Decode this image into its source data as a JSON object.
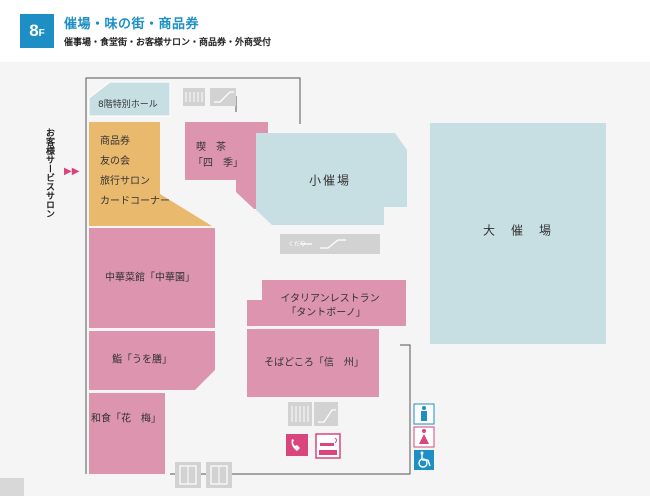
{
  "header": {
    "floor_number": "8",
    "floor_unit": "F",
    "title": "催場・味の街・商品券",
    "subtitle": "催事場・食堂街・お客様サロン・商品券・外商受付"
  },
  "side": {
    "label": "お客様サービスサロン",
    "arrow": "▶▶"
  },
  "areas": {
    "special_hall": "8階特別ホール",
    "service_items": [
      "商品券",
      "友の会",
      "旅行サロン",
      "カードコーナー"
    ],
    "kissa_line1": "喫　茶",
    "kissa_line2": "「四　季」",
    "small_venue": "小催場",
    "large_venue": "大　催　場",
    "chinese": "中華菜館「中華園」",
    "unagi": "鮨「うを膳」",
    "washoku": "和食「花　梅」",
    "italian_line1": "イタリアンレストラン",
    "italian_line2": "「タントボーノ」",
    "soba": "そばどころ「信　州」"
  },
  "escalator": {
    "direction_label": "くだり"
  },
  "icons": {
    "stairs": "stairs-icon",
    "escalator": "escalator-icon",
    "elevator": "elevator-icon",
    "phone": "phone-icon",
    "smoking": "smoking-icon",
    "restroom_men": "restroom-men-icon",
    "restroom_women": "restroom-women-icon",
    "wheelchair": "wheelchair-icon"
  },
  "colors": {
    "accent_blue": "#1e8fc4",
    "restaurant_pink": "#dd94ae",
    "service_orange": "#e9b96e",
    "venue_lightblue": "#c7dfe3",
    "facility_gray": "#d2d2d2",
    "facility_pink": "#d9467d"
  }
}
